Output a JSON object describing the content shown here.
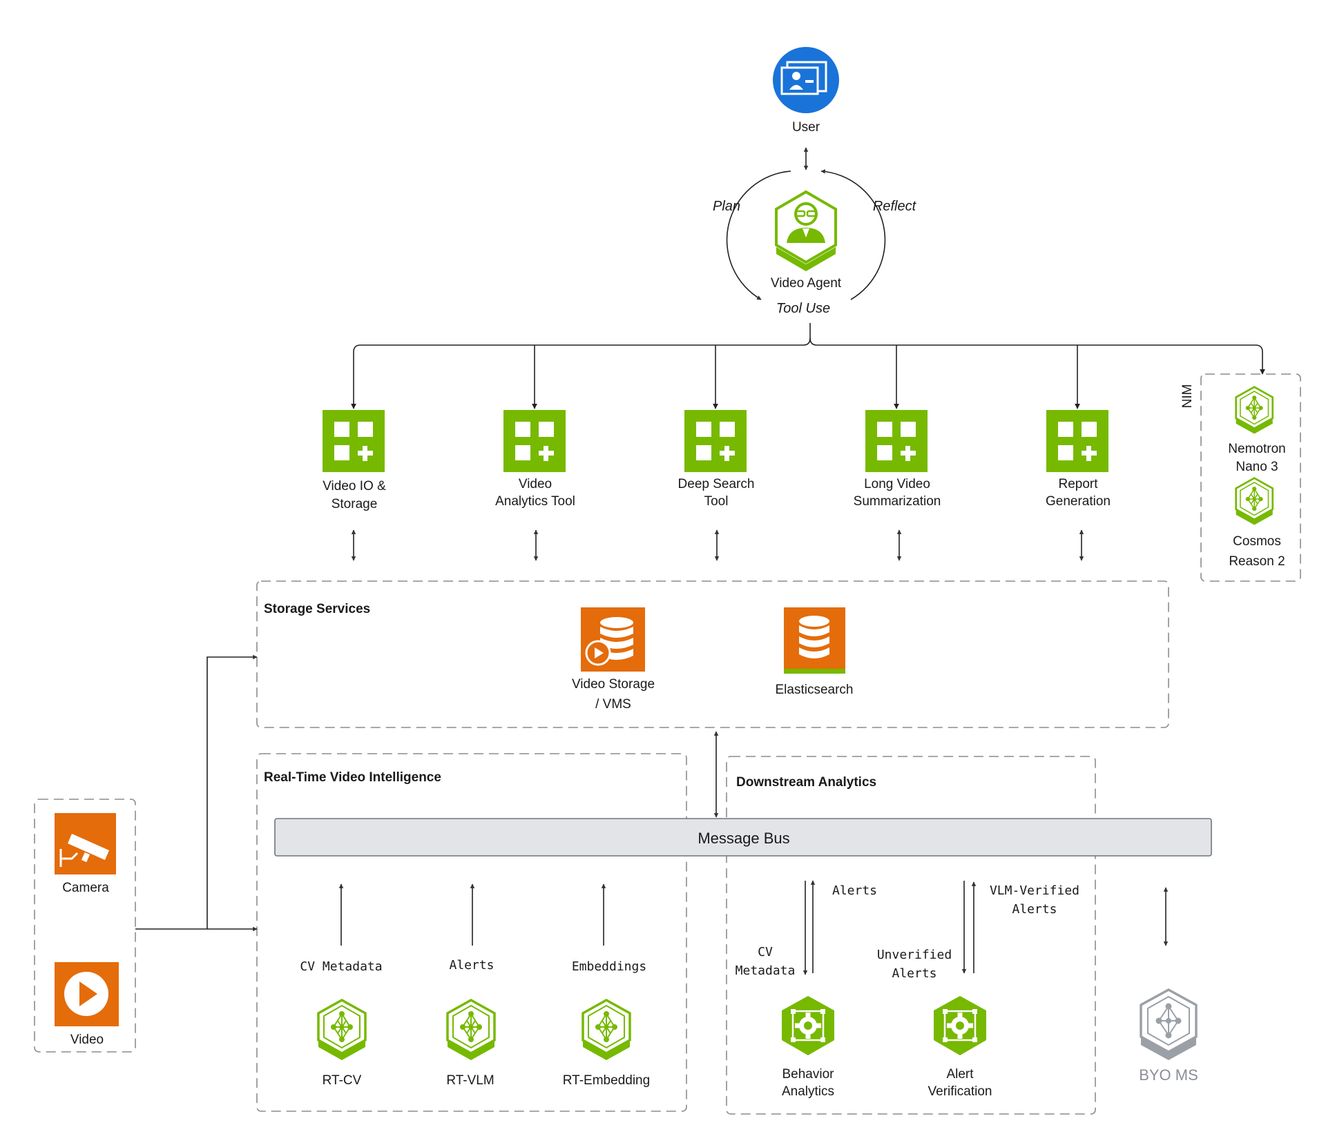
{
  "colors": {
    "green": "#76b900",
    "orange": "#e46c0a",
    "blue": "#1a73d9",
    "gray_icon": "#9aa0a6",
    "bus_fill": "#e2e4e7"
  },
  "user": {
    "label": "User",
    "icon": "user-screen-icon"
  },
  "agent": {
    "label": "Video Agent",
    "plan": "Plan",
    "reflect": "Reflect",
    "tool_use": "Tool Use",
    "icon": "agent-icon"
  },
  "tools": [
    {
      "line1": "Video IO &",
      "line2": "Storage",
      "icon": "app-grid-icon"
    },
    {
      "line1": "Video",
      "line2": "Analytics Tool",
      "icon": "app-grid-icon"
    },
    {
      "line1": "Deep Search",
      "line2": "Tool",
      "icon": "app-grid-icon"
    },
    {
      "line1": "Long Video",
      "line2": "Summarization",
      "icon": "app-grid-icon"
    },
    {
      "line1": "Report",
      "line2": "Generation",
      "icon": "app-grid-icon"
    }
  ],
  "nim": {
    "label": "NIM",
    "models": [
      {
        "line1": "Nemotron",
        "line2": "Nano 3",
        "icon": "model-cube-icon"
      },
      {
        "line1": "Cosmos",
        "line2": "Reason 2",
        "icon": "model-cube-icon"
      }
    ]
  },
  "storage": {
    "title": "Storage Services",
    "items": [
      {
        "line1": "Video Storage",
        "line2": "/ VMS",
        "icon": "video-database-icon"
      },
      {
        "line1": "Elasticsearch",
        "line2": "",
        "icon": "database-icon"
      }
    ]
  },
  "sources": [
    {
      "label": "Camera",
      "icon": "camera-icon"
    },
    {
      "label": "Video",
      "icon": "play-icon"
    }
  ],
  "realtime": {
    "title": "Real-Time Video Intelligence",
    "outputs": [
      "CV Metadata",
      "Alerts",
      "Embeddings"
    ],
    "services": [
      "RT-CV",
      "RT-VLM",
      "RT-Embedding"
    ]
  },
  "bus": {
    "label": "Message Bus"
  },
  "downstream": {
    "title": "Downstream Analytics",
    "alerts": "Alerts",
    "cv_metadata_1": "CV",
    "cv_metadata_2": "Metadata",
    "vlm_alerts_1": "VLM-Verified",
    "vlm_alerts_2": "Alerts",
    "unverified_1": "Unverified",
    "unverified_2": "Alerts",
    "services": [
      {
        "line1": "Behavior",
        "line2": "Analytics",
        "icon": "gear-cube-icon"
      },
      {
        "line1": "Alert",
        "line2": "Verification",
        "icon": "gear-cube-icon"
      }
    ]
  },
  "byo": {
    "label": "BYO MS",
    "icon": "model-cube-icon"
  }
}
